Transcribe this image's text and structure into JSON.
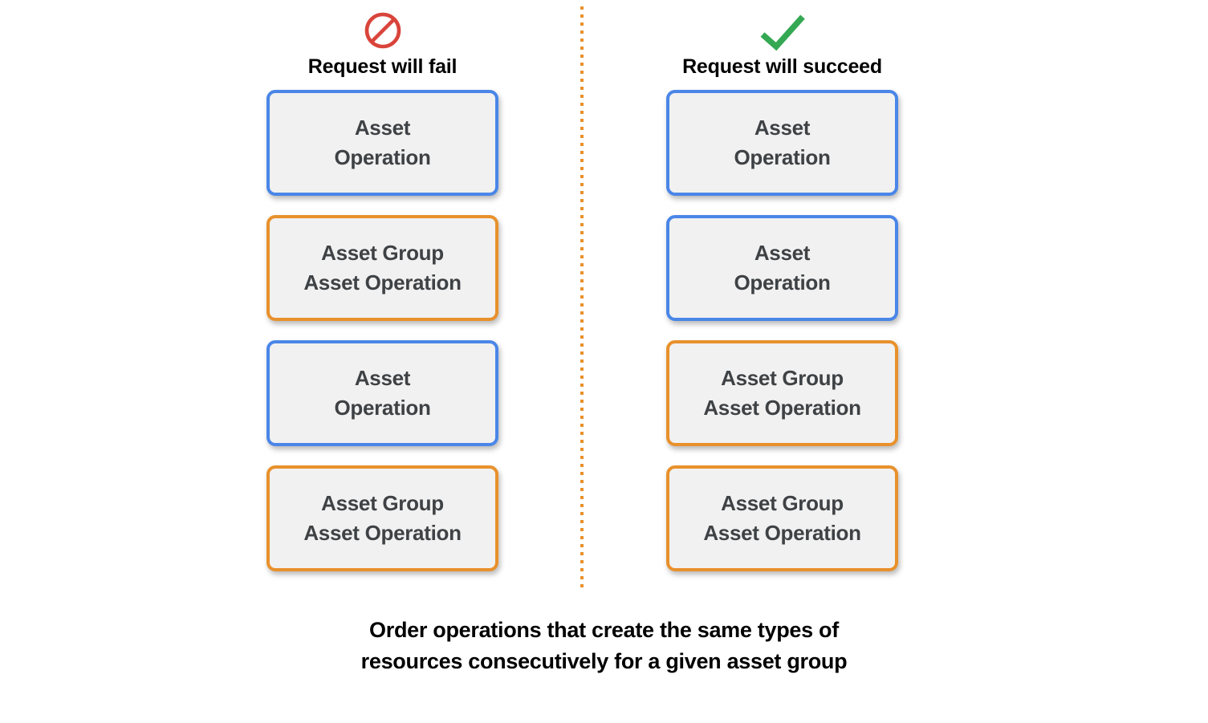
{
  "colors": {
    "accent_blue": "#4a86e8",
    "accent_orange": "#e8912c",
    "fail_red": "#d9443a",
    "success_green": "#34a853",
    "card_fill": "#f1f1f1",
    "card_text": "#3f4245",
    "heading_text": "#000000",
    "divider": "#e8912c",
    "background": "#ffffff"
  },
  "columns": [
    {
      "id": "fail",
      "icon": "prohibition-icon",
      "header": "Request will fail",
      "cards": [
        {
          "text": "Asset\nOperation",
          "accent": "blue",
          "type": "asset-operation"
        },
        {
          "text": "Asset Group\nAsset Operation",
          "accent": "orange",
          "type": "asset-group-asset-operation"
        },
        {
          "text": "Asset\nOperation",
          "accent": "blue",
          "type": "asset-operation"
        },
        {
          "text": "Asset Group\nAsset Operation",
          "accent": "orange",
          "type": "asset-group-asset-operation"
        }
      ]
    },
    {
      "id": "succeed",
      "icon": "check-icon",
      "header": "Request will succeed",
      "cards": [
        {
          "text": "Asset\nOperation",
          "accent": "blue",
          "type": "asset-operation"
        },
        {
          "text": "Asset\nOperation",
          "accent": "blue",
          "type": "asset-operation"
        },
        {
          "text": "Asset Group\nAsset Operation",
          "accent": "orange",
          "type": "asset-group-asset-operation"
        },
        {
          "text": "Asset Group\nAsset Operation",
          "accent": "orange",
          "type": "asset-group-asset-operation"
        }
      ]
    }
  ],
  "caption": "Order operations that create the same types of\nresources consecutively for a given asset group"
}
